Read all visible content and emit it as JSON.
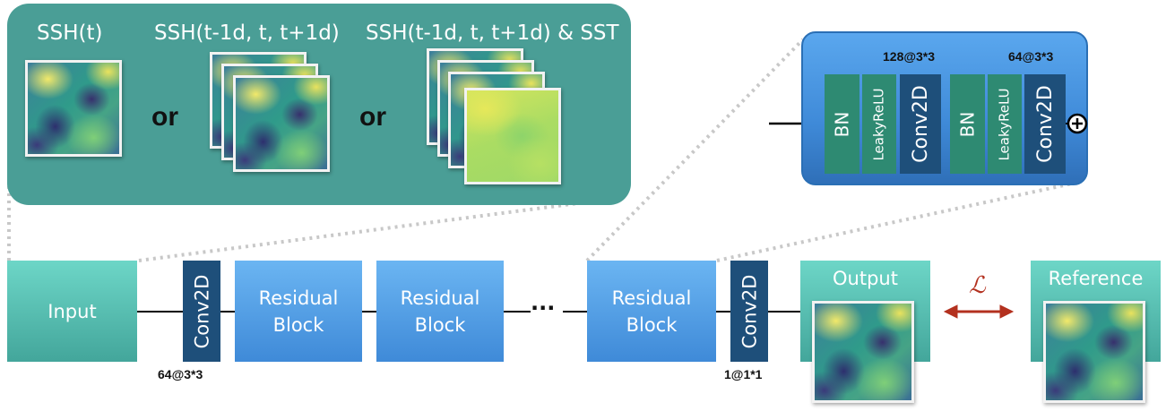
{
  "inputs_panel": {
    "option1_label": "SSH(t)",
    "option2_label": "SSH(t-1d, t, t+1d)",
    "option3_label": "SSH(t-1d, t, t+1d) & SST",
    "or_label": "or"
  },
  "residual_block_detail": {
    "layers": [
      "BN",
      "LeakyReLU",
      "Conv2D",
      "BN",
      "LeakyReLU",
      "Conv2D"
    ],
    "conv1_spec": "128@3*3",
    "conv2_spec": "64@3*3",
    "sum_symbol": "+"
  },
  "pipeline": {
    "input_label": "Input",
    "conv_in_label": "Conv2D",
    "conv_in_spec": "64@3*3",
    "residual_label_line1": "Residual",
    "residual_label_line2": "Block",
    "ellipsis": "···",
    "conv_out_label": "Conv2D",
    "conv_out_spec": "1@1*1",
    "output_label": "Output",
    "loss_symbol": "ℒ",
    "reference_label": "Reference"
  },
  "colors": {
    "teal_panel": "#4a9e96",
    "teal_box": "#43a69b",
    "blue_box": "#3f8ad8",
    "navy_conv": "#1e4f7a",
    "loss_arrow": "#b3311f"
  }
}
